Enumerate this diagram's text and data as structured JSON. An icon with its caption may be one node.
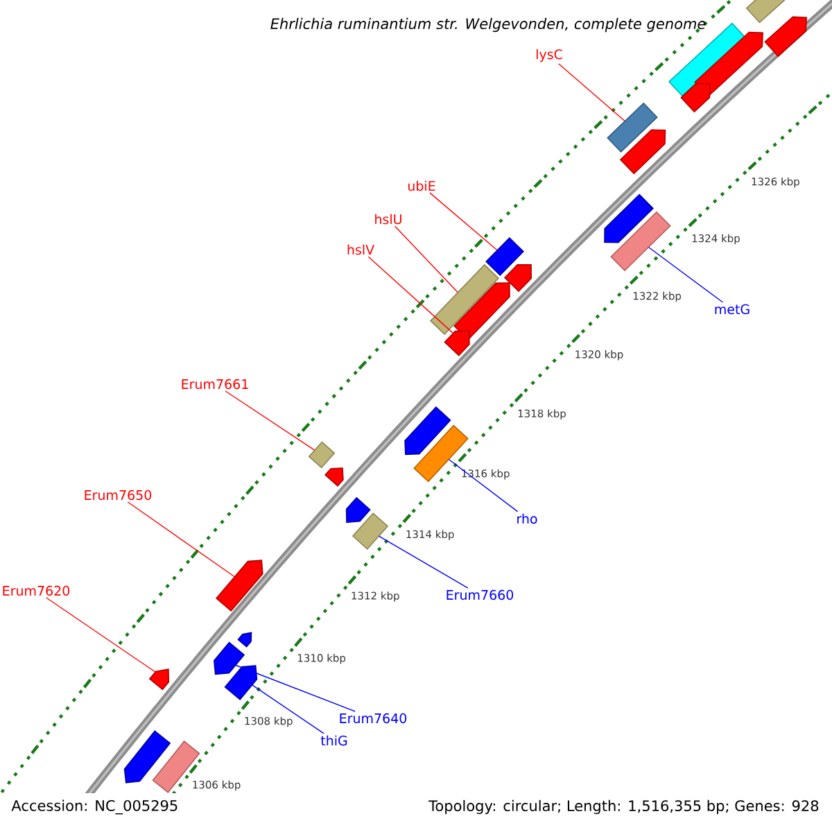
{
  "diagram": {
    "title": "Ehrlichia ruminantium str. Welgevonden, complete genome",
    "nodes": [
      {
        "text": [
          "lysC"
        ]
      },
      {
        "text": [
          "ubiE"
        ]
      },
      {
        "text": [
          "hslU"
        ]
      },
      {
        "text": [
          "hslV"
        ]
      },
      {
        "text": [
          "Erum7661"
        ]
      },
      {
        "text": [
          "Erum7650"
        ]
      },
      {
        "text": [
          "Erum7620"
        ]
      },
      {
        "text": [
          "metG"
        ]
      },
      {
        "text": [
          "rho"
        ]
      },
      {
        "text": [
          "Erum7660"
        ]
      },
      {
        "text": [
          "Erum7640"
        ]
      },
      {
        "text": [
          "thiG"
        ]
      },
      {
        "text": [],
        "shape": "bar"
      },
      {
        "text": [],
        "shape": "pentagon"
      },
      {
        "text": [],
        "shape": "bar"
      },
      {
        "text": [],
        "shape": "pentagon"
      },
      {
        "text": [],
        "shape": "pentagon"
      },
      {
        "text": [],
        "shape": "bar"
      },
      {
        "text": [],
        "shape": "pentagon"
      },
      {
        "text": [],
        "shape": "pentagon"
      },
      {
        "text": [],
        "shape": "bar"
      },
      {
        "text": [],
        "shape": "bar"
      },
      {
        "text": [],
        "shape": "pentagon"
      },
      {
        "text": [],
        "shape": "bar"
      },
      {
        "text": [],
        "shape": "pentagon"
      },
      {
        "text": [],
        "shape": "pentagon"
      },
      {
        "text": [],
        "shape": "pentagon"
      },
      {
        "text": [],
        "shape": "bar"
      },
      {
        "text": [],
        "shape": "bar"
      },
      {
        "text": [],
        "shape": "pentagon"
      },
      {
        "text": [],
        "shape": "pentagon"
      },
      {
        "text": [],
        "shape": "bar"
      },
      {
        "text": [],
        "shape": "pentagon"
      },
      {
        "text": [],
        "shape": "pentagon"
      },
      {
        "text": [],
        "shape": "pentagon"
      },
      {
        "text": [],
        "shape": "pentagon"
      },
      {
        "text": [],
        "shape": "pentagon"
      },
      {
        "text": [],
        "shape": "pentagon"
      },
      {
        "text": [],
        "shape": "bar"
      }
    ],
    "edges": [
      {
        "from": 0,
        "to": 17,
        "arrow": "none"
      },
      {
        "from": 1,
        "to": 21,
        "arrow": "none"
      },
      {
        "from": 2,
        "to": 23,
        "arrow": "none"
      },
      {
        "from": 3,
        "to": 25,
        "arrow": "none"
      },
      {
        "from": 4,
        "to": 28,
        "arrow": "none"
      },
      {
        "from": 5,
        "to": 32,
        "arrow": "none"
      },
      {
        "from": 6,
        "to": 35,
        "arrow": "none"
      },
      {
        "from": 7,
        "to": 20,
        "arrow": "none",
        "color": "#0000ff"
      },
      {
        "from": 8,
        "to": 27,
        "arrow": "none",
        "color": "#0000ff"
      },
      {
        "from": 9,
        "to": 31,
        "arrow": "none",
        "color": "#0000ff"
      },
      {
        "from": 10,
        "to": 34,
        "arrow": "none",
        "color": "#0000ff"
      },
      {
        "from": 11,
        "to": 36,
        "arrow": "none",
        "color": "#0000ff"
      }
    ],
    "labels": [
      "1326 kbp",
      "1324 kbp",
      "1322 kbp",
      "1320 kbp",
      "1318 kbp",
      "1316 kbp",
      "1314 kbp",
      "1312 kbp",
      "1310 kbp",
      "1308 kbp",
      "1306 kbp",
      "Accession: NC_005295",
      "Topology: circular; Length: 1,516,355 bp; Genes: 928"
    ]
  }
}
